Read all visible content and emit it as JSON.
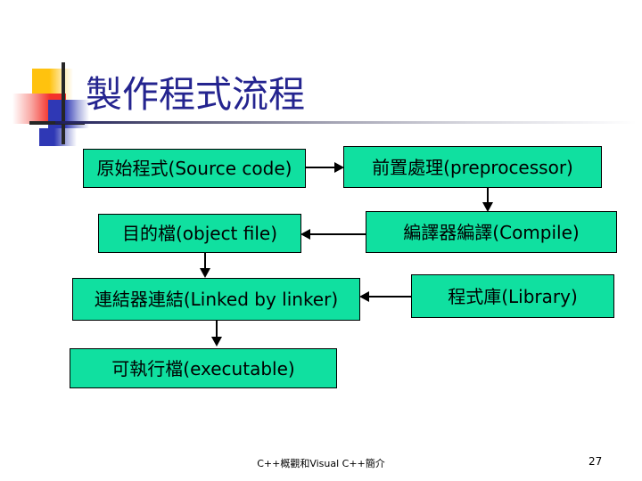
{
  "slide": {
    "title": "製作程式流程",
    "title_color": "#24248F",
    "background": "#ffffff",
    "node_fill": "#10E0A0",
    "node_border": "#000000",
    "decoration": {
      "yellow": "#FFC20E",
      "red": "#F4322B",
      "blue": "#2F38B5",
      "cross": "#262626"
    }
  },
  "flowchart": {
    "nodes": [
      {
        "id": "source",
        "label": "原始程式(Source code)"
      },
      {
        "id": "prepro",
        "label": "前置處理(preprocessor)"
      },
      {
        "id": "object",
        "label": "目的檔(object file)"
      },
      {
        "id": "compile",
        "label": "編譯器編譯(Compile)"
      },
      {
        "id": "linker",
        "label": "連結器連結(Linked by linker)"
      },
      {
        "id": "library",
        "label": "程式庫(Library)"
      },
      {
        "id": "executable",
        "label": "可執行檔(executable)"
      }
    ],
    "edges": [
      {
        "from": "source",
        "to": "prepro",
        "direction": "right"
      },
      {
        "from": "prepro",
        "to": "compile",
        "direction": "down"
      },
      {
        "from": "compile",
        "to": "object",
        "direction": "left"
      },
      {
        "from": "object",
        "to": "linker",
        "direction": "down"
      },
      {
        "from": "library",
        "to": "linker",
        "direction": "left"
      },
      {
        "from": "linker",
        "to": "executable",
        "direction": "down"
      }
    ]
  },
  "footer": {
    "text": "C++概觀和Visual C++簡介",
    "page_number": "27"
  }
}
